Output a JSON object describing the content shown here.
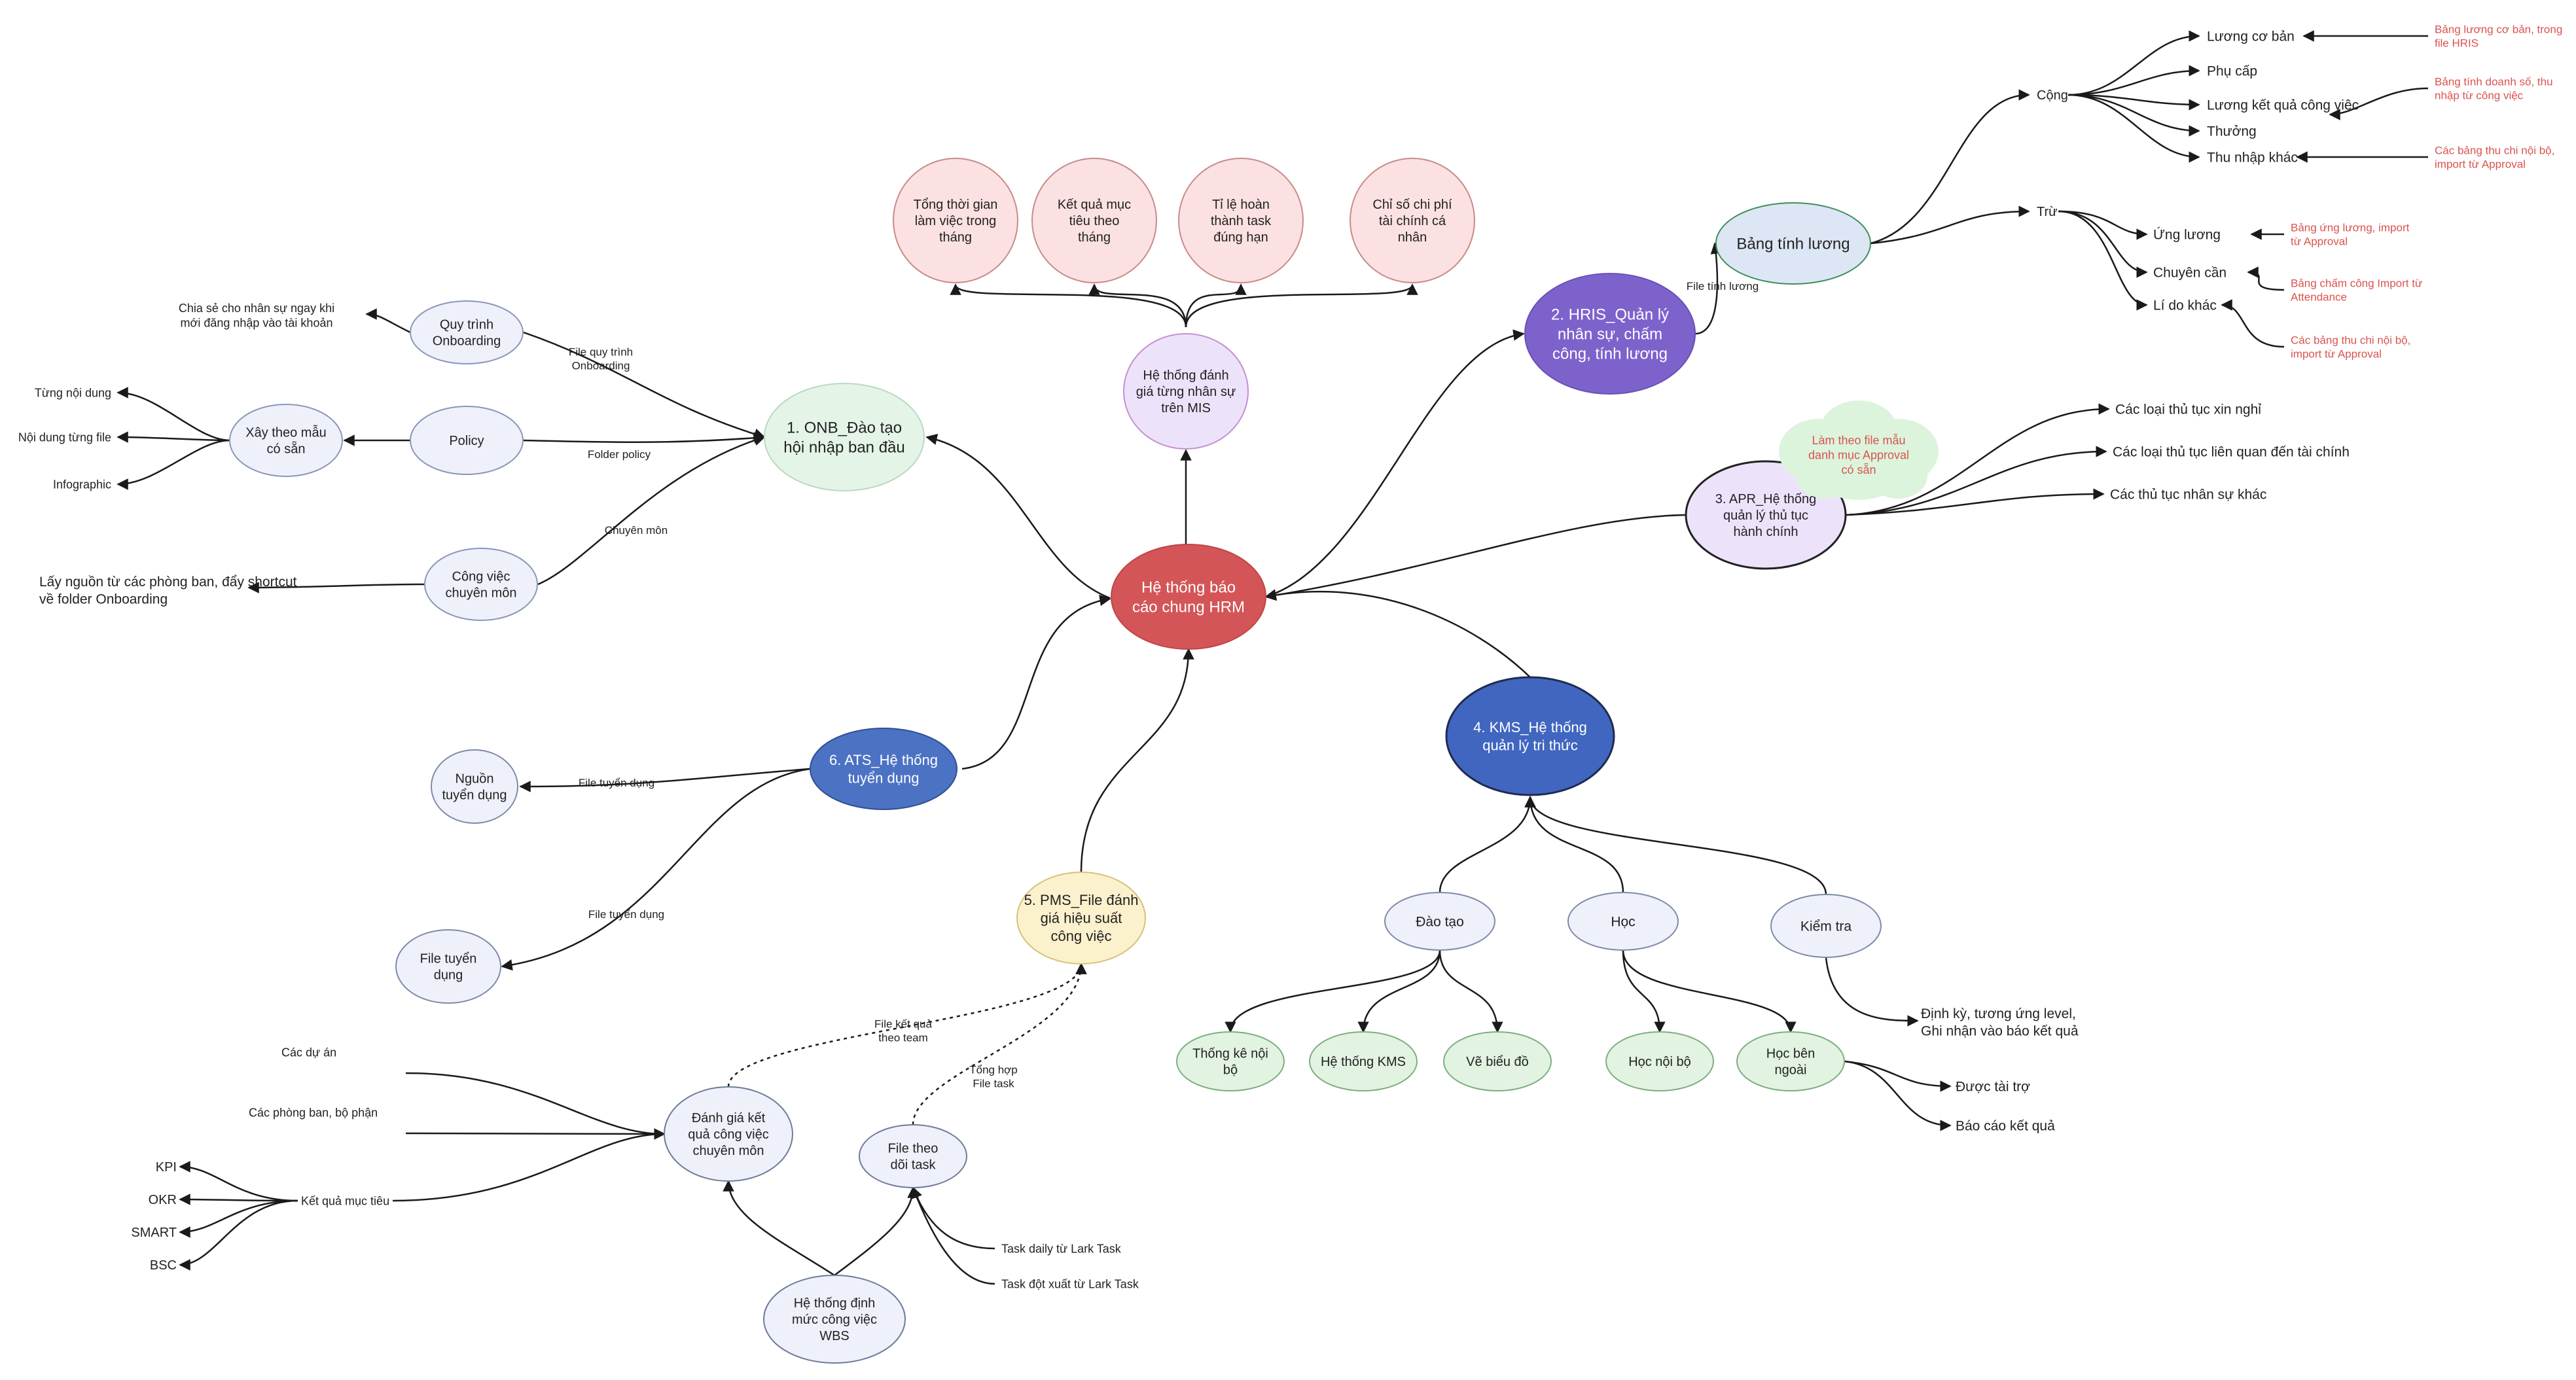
{
  "colors": {
    "line": "#1a1a1a",
    "text": "#222222",
    "note": "#d9534f",
    "center_fill": "#d45557",
    "pink_fill": "#fbe1e1",
    "green_fill": "#e4f5e8",
    "lavender_fill": "#ece3fb",
    "purple_fill": "#7d62cc",
    "blue_fill": "#4c72c4",
    "steel_fill": "#eef1fa",
    "navy_fill": "#4066c0",
    "yellow_fill": "#fbf1cc",
    "light_green_fill": "#e2f3e2",
    "cloud_fill": "#dcf4dc"
  },
  "center": {
    "text": "Hệ thống báo cáo chung HRM"
  },
  "onb": {
    "title": "1. ONB_Đào tạo hội nhập ban đầu",
    "onboarding": "Quy trình Onboarding",
    "onboarding_note": "Chia sẻ cho nhân sự ngay khi mới đăng nhập vào tài khoản",
    "policy": "Policy",
    "build": "Xây theo mẫu có sẵn",
    "build_items": [
      "Từng nội dung",
      "Nội dung từng file",
      "Infographic"
    ],
    "pro_work": "Công việc chuyên môn",
    "pro_note": "Lấy nguồn từ các phòng ban, đẩy shortcut về folder Onboarding",
    "link_onboarding": "File quy trình Onboarding",
    "link_policy": "Folder policy",
    "link_pro": "Chuyên môn"
  },
  "mis": {
    "title": "Hệ thống đánh giá từng nhân sự trên MIS",
    "metrics": [
      "Tổng thời gian làm việc trong tháng",
      "Kết quả mục tiêu theo tháng",
      "Tỉ lệ hoàn thành task đúng hạn",
      "Chỉ số chi phí tài chính cá nhân"
    ]
  },
  "hris": {
    "title": "2. HRIS_Quản lý nhân sự, chấm công, tính lương",
    "link": "File tính lương",
    "payroll": "Bảng tính lương",
    "add": "Cộng",
    "add_items": [
      "Lương cơ bản",
      "Phụ cấp",
      "Lương kết quả công việc",
      "Thưởng",
      "Thu nhập khác"
    ],
    "sub": "Trừ",
    "sub_items": [
      "Ứng lương",
      "Chuyên cần",
      "Lí do khác"
    ],
    "notes": [
      "Bảng lương cơ bản, trong file HRIS",
      "Bảng tính doanh số, thu nhập từ công việc",
      "Các bảng thu chi nội bộ, import từ Approval",
      "Bảng ứng lương, import từ Approval",
      "Bảng chấm công Import từ Attendance",
      "Các bảng thu chi nội bộ, import từ Approval"
    ]
  },
  "apr": {
    "title": "3. APR_Hệ thống quản lý thủ tục hành chính",
    "cloud": "Làm theo file mẫu danh mục Approval có sẵn",
    "items": [
      "Các loại thủ tục xin nghỉ",
      "Các loại thủ tục liên quan đến tài chính",
      "Các thủ tục nhân sự khác"
    ]
  },
  "kms": {
    "title": "4. KMS_Hệ thống quản lý tri thức",
    "training": "Đào tạo",
    "training_items": [
      "Thống kê nội bộ",
      "Hệ thống KMS",
      "Vẽ biểu đồ"
    ],
    "learn": "Học",
    "learn_items": [
      "Học nội bộ",
      "Học bên ngoài"
    ],
    "outside_items": [
      "Được tài trợ",
      "Báo cáo kết quả"
    ],
    "test": "Kiểm tra",
    "test_note": "Định kỳ, tương ứng level, Ghi nhận vào báo kết quả"
  },
  "pms": {
    "title": "5. PMS_File đánh giá hiệu suất công việc",
    "link_eval": "File kết quả theo team",
    "link_task": "Tổng hợp File task",
    "eval": "Đánh giá kết quả công việc chuyên môn",
    "task": "File theo dõi task",
    "wbs": "Hệ thống định mức công việc WBS",
    "eval_sources": [
      "Các dự án",
      "Các phòng ban, bộ phận"
    ],
    "okr_label": "Kết quả mục tiêu",
    "okr_items": [
      "KPI",
      "OKR",
      "SMART",
      "BSC"
    ],
    "task_items": [
      "Task daily từ Lark Task",
      "Task đột xuất từ Lark Task"
    ]
  },
  "ats": {
    "title": "6. ATS_Hệ thống tuyển dụng",
    "source": "Nguồn tuyển dụng",
    "file": "File tuyển dụng",
    "link_source": "File tuyển dụng",
    "link_file": "File tuyển dụng"
  }
}
